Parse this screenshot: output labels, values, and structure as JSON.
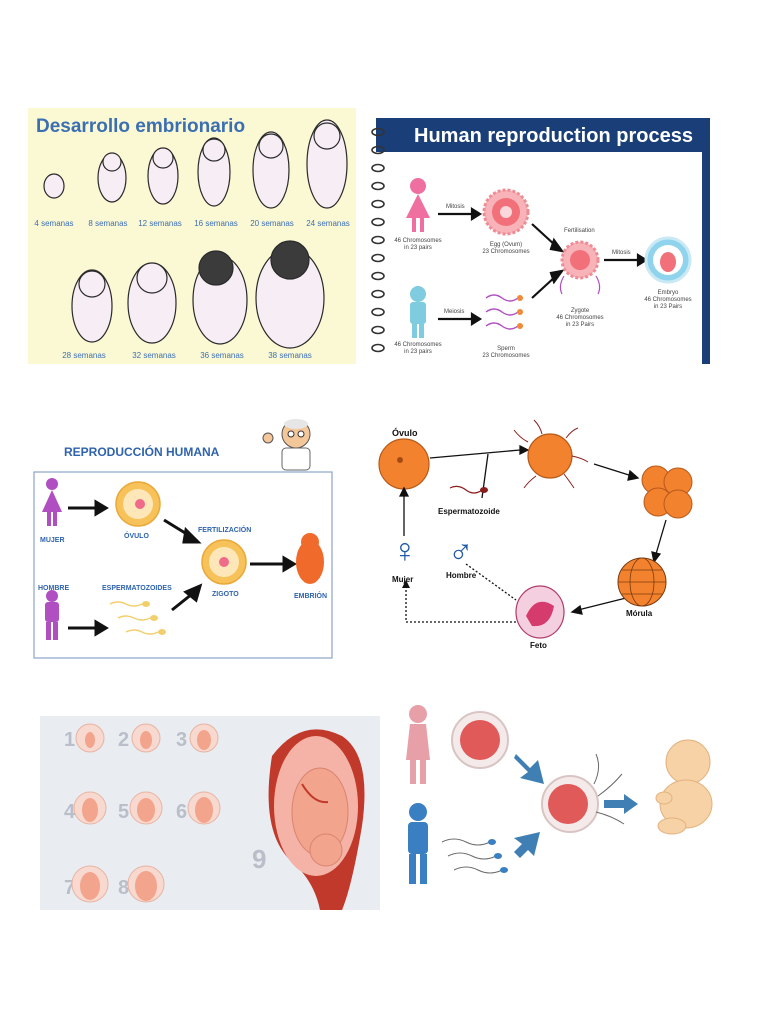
{
  "panel1": {
    "title": "Desarrollo embrionario",
    "colors": {
      "bg": "#fbf8d4",
      "title": "#3b6fb3",
      "label": "#3b6fb3",
      "body": "#f7eef5",
      "stroke": "#2a2a2a"
    },
    "stages_row1": [
      "4 semanas",
      "8 semanas",
      "12 semanas",
      "16 semanas",
      "20 semanas",
      "24 semanas"
    ],
    "stages_row2": [
      "28 semanas",
      "32 semanas",
      "36 semanas",
      "38 semanas"
    ]
  },
  "panel2": {
    "title": "Human reproduction process",
    "colors": {
      "header": "#1a3f78",
      "female": "#ee6fa0",
      "male": "#7fcbe0",
      "cell": "#f2707a",
      "ring": "#d8d8d8"
    },
    "mitosis_left": "Mitosis",
    "meiosis_left": "Meiosis",
    "female_chrom": [
      "46 Chromosomes",
      "in 23 pairs"
    ],
    "male_chrom": [
      "46 Chromosomes",
      "in 23 pairs"
    ],
    "egg": [
      "Egg (Ovum)",
      "23 Chromosomes"
    ],
    "sperm": [
      "Sperm",
      "23 Chromosomes"
    ],
    "fertilisation": "Fertilisation",
    "zygote": [
      "Zygote",
      "46 Chromosomes",
      "in 23 Pairs"
    ],
    "mitosis_right": "Mitosis",
    "embryo": [
      "Embryo",
      "46 Chromosomes",
      "in 23 Pairs"
    ]
  },
  "panel3": {
    "title": "REPRODUCCIÓN HUMANA",
    "colors": {
      "title": "#2f63ad",
      "label": "#2f63ad",
      "woman": "#b04fc1",
      "egg": "#f7c25a",
      "embryo": "#f06a2c"
    },
    "mujer": "MUJER",
    "hombre": "HOMBRE",
    "ovulo": "ÓVULO",
    "espermatozoides": "ESPERMATOZOIDES",
    "fertilizacion": "FERTILIZACIÓN",
    "zigoto": "ZIGOTO",
    "embrion": "EMBRIÓN"
  },
  "panel4": {
    "colors": {
      "cell": "#f3822e",
      "symbol": "#1f5aa8",
      "line": "#111111"
    },
    "ovulo": "Óvulo",
    "espermatozoide": "Espermatozoide",
    "mujer": "Mujer",
    "hombre": "Hombre",
    "female_symbol": "♀",
    "male_symbol": "♂",
    "morula": "Mórula",
    "feto": "Feto"
  },
  "panel5": {
    "colors": {
      "bg": "#e9edf2",
      "numbers": "#b9bec8",
      "fetus": "#f3a48c",
      "womb": "#c0392b"
    },
    "numbers": [
      "1",
      "2",
      "3",
      "4",
      "5",
      "6",
      "7",
      "8",
      "9"
    ]
  },
  "panel6": {
    "colors": {
      "woman": "#e7a0a8",
      "man": "#3a7fc1",
      "arrow": "#3f7fb3",
      "cell": "#e05a5a",
      "baby": "#f6d2a6"
    }
  }
}
